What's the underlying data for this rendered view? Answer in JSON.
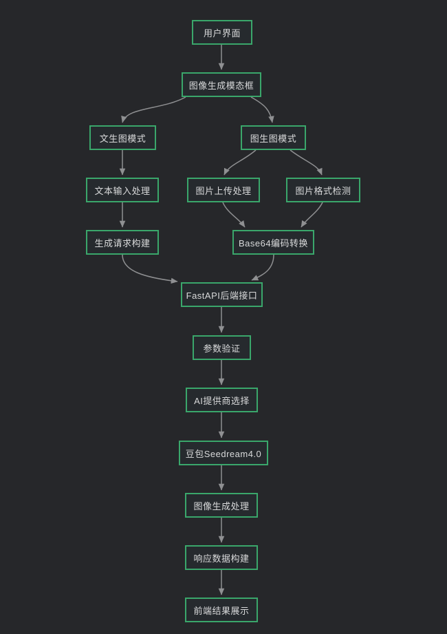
{
  "diagram": {
    "type": "flowchart",
    "colors": {
      "background": "#26272a",
      "node_fill": "#262a2e",
      "node_border": "#3aa76b",
      "node_text": "#d9dadb",
      "edge": "#8f9092"
    },
    "nodes": [
      {
        "id": "user_interface",
        "label": "用户界面"
      },
      {
        "id": "image_gen_modal",
        "label": "图像生成模态框"
      },
      {
        "id": "text2img_mode",
        "label": "文生图模式"
      },
      {
        "id": "img2img_mode",
        "label": "图生图模式"
      },
      {
        "id": "text_input_processing",
        "label": "文本输入处理"
      },
      {
        "id": "image_upload_processing",
        "label": "图片上传处理"
      },
      {
        "id": "image_format_detection",
        "label": "图片格式检测"
      },
      {
        "id": "generation_request_build",
        "label": "生成请求构建"
      },
      {
        "id": "base64_encoding",
        "label": "Base64编码转换"
      },
      {
        "id": "fastapi_backend",
        "label": "FastAPI后端接口"
      },
      {
        "id": "param_validation",
        "label": "参数验证"
      },
      {
        "id": "ai_provider_selection",
        "label": "AI提供商选择"
      },
      {
        "id": "doubao_seedream",
        "label": "豆包Seedream4.0"
      },
      {
        "id": "image_gen_processing",
        "label": "图像生成处理"
      },
      {
        "id": "response_data_build",
        "label": "响应数据构建"
      },
      {
        "id": "frontend_result_display",
        "label": "前端结果展示"
      }
    ],
    "edges": [
      {
        "from": "user_interface",
        "to": "image_gen_modal"
      },
      {
        "from": "image_gen_modal",
        "to": "text2img_mode"
      },
      {
        "from": "image_gen_modal",
        "to": "img2img_mode"
      },
      {
        "from": "text2img_mode",
        "to": "text_input_processing"
      },
      {
        "from": "img2img_mode",
        "to": "image_upload_processing"
      },
      {
        "from": "img2img_mode",
        "to": "image_format_detection"
      },
      {
        "from": "text_input_processing",
        "to": "generation_request_build"
      },
      {
        "from": "image_upload_processing",
        "to": "base64_encoding"
      },
      {
        "from": "image_format_detection",
        "to": "base64_encoding"
      },
      {
        "from": "generation_request_build",
        "to": "fastapi_backend"
      },
      {
        "from": "base64_encoding",
        "to": "fastapi_backend"
      },
      {
        "from": "fastapi_backend",
        "to": "param_validation"
      },
      {
        "from": "param_validation",
        "to": "ai_provider_selection"
      },
      {
        "from": "ai_provider_selection",
        "to": "doubao_seedream"
      },
      {
        "from": "doubao_seedream",
        "to": "image_gen_processing"
      },
      {
        "from": "image_gen_processing",
        "to": "response_data_build"
      },
      {
        "from": "response_data_build",
        "to": "frontend_result_display"
      }
    ]
  }
}
